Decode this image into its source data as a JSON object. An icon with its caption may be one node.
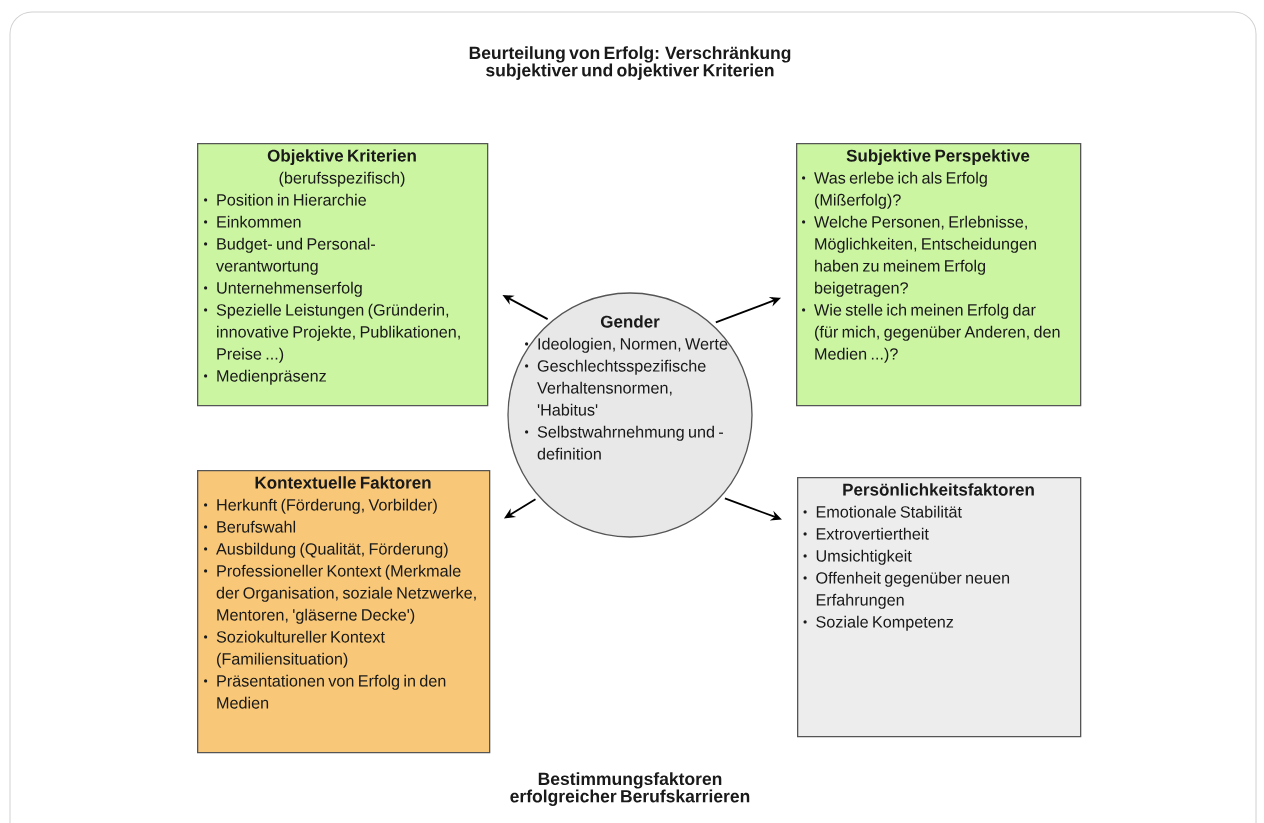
{
  "diagram": {
    "title": "Beurteilung von Erfolg: Verschränkung subjektiver und objektiver Kriterien",
    "caption": "Bestimmungsfaktoren erfolgreicher Berufskarrieren",
    "nodes": [
      {
        "text": [
          "Objektive Kriterien",
          "(berufsspezifisch)",
          "Position in Hierarchie",
          "Einkommen",
          "Budget- und Personal- verantwortung",
          "Unternehmenserfolg",
          "Spezielle Leistungen (Gründerin, innovative Projekte, Publikationen, Preise ...)",
          "Medienpräsenz"
        ]
      },
      {
        "text": [
          "Subjektive Perspektive",
          "Was erlebe ich als Erfolg (Mißerfolg)?",
          "Welche Personen, Erlebnisse, Möglichkeiten, Entscheidungen haben zu meinem Erfolg beigetragen?",
          "Wie stelle ich meinen Erfolg dar (für mich, gegenüber Anderen, den Medien ...)?"
        ]
      },
      {
        "text": [
          "Gender",
          "Ideologien, Normen, Werte",
          "Geschlechtsspezifische Verhaltensnormen, 'Habitus'",
          "Selbstwahrnehmung und - definition"
        ]
      },
      {
        "text": [
          "Kontextuelle Faktoren",
          "Herkunft (Förderung, Vorbilder)",
          "Berufswahl",
          "Ausbildung (Qualität, Förderung)",
          "Professioneller Kontext (Merkmale der Organisation, soziale Netzwerke, Mentoren, 'gläserne Decke')",
          "Soziokultureller Kontext (Familiensituation)",
          "Präsentationen von Erfolg in den Medien"
        ]
      },
      {
        "text": [
          "Persönlichkeitsfaktoren",
          "Emotionale Stabilität",
          "Extrovertiertheit",
          "Umsichtigkeit",
          "Offenheit gegenüber neuen Erfahrungen",
          "Soziale Kompetenz"
        ]
      }
    ],
    "edges": [
      {
        "from": 2,
        "to": 0,
        "arrow": "to"
      },
      {
        "from": 2,
        "to": 1,
        "arrow": "to"
      },
      {
        "from": 2,
        "to": 3,
        "arrow": "to"
      },
      {
        "from": 2,
        "to": 4,
        "arrow": "to"
      }
    ]
  }
}
